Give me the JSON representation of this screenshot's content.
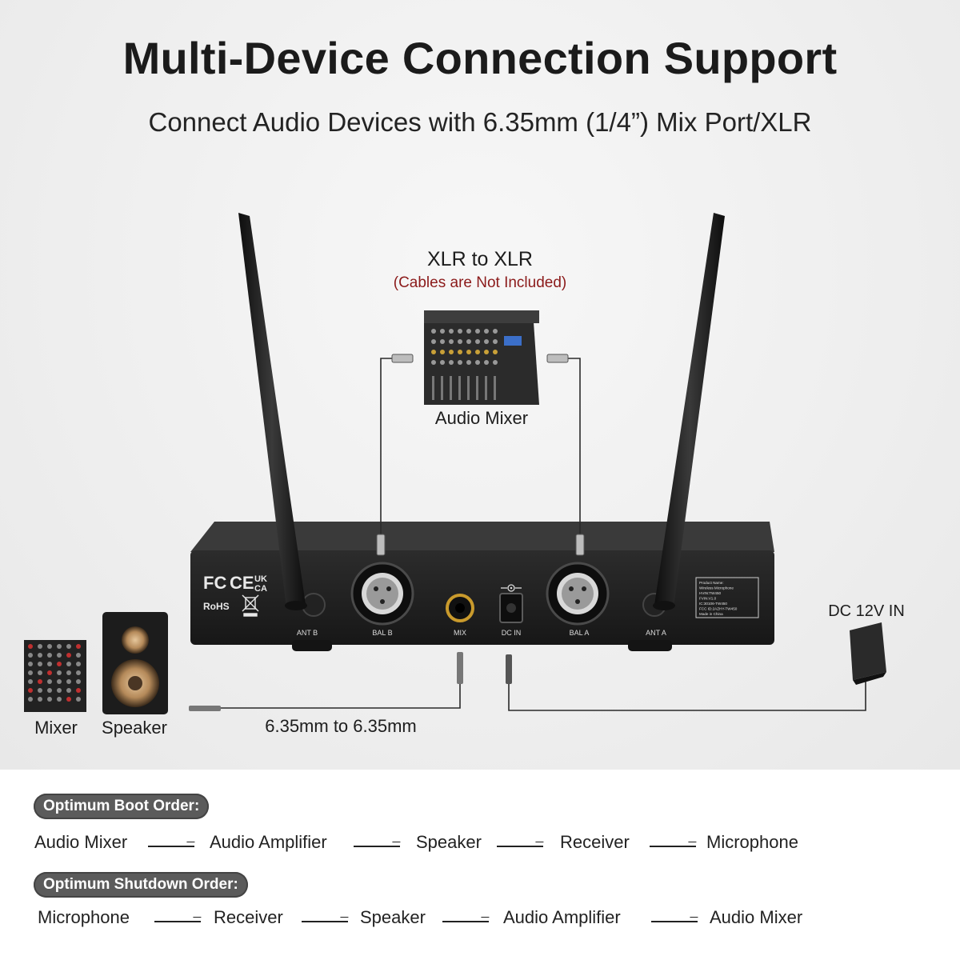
{
  "header": {
    "title": "Multi-Device Connection Support",
    "subtitle": "Connect Audio Devices with 6.35mm (1/4”) Mix Port/XLR"
  },
  "diagram": {
    "xlr_title": "XLR to XLR",
    "xlr_note": "(Cables are Not Included)",
    "mixer_label": "Audio Mixer",
    "dc_label": "DC 12V IN",
    "jack_cable_label": "6.35mm to 6.35mm",
    "mixer_small_label": "Mixer",
    "speaker_label": "Speaker",
    "receiver_ports": {
      "ant_b": "ANT B",
      "bal_b": "BAL B",
      "mix": "MIX",
      "dc_in": "DC IN",
      "bal_a": "BAL A",
      "ant_a": "ANT A"
    },
    "certifications": {
      "fc": "FC",
      "ce": "CE",
      "ukca_top": "UK",
      "ukca_bottom": "CA",
      "rohs": "RoHS"
    },
    "product_sticker": [
      "Product Name:",
      "Wireless Microphone",
      "HVIN:TW450",
      "FVIN:V1.0",
      "IC:30106-TW450",
      "FCC ID:2AZHY-TW450",
      "Made in China"
    ],
    "colors": {
      "note_red": "#8b1a1a",
      "receiver_body": "#1f1f1f",
      "cable": "#2a2a2a"
    }
  },
  "boot_order": {
    "heading": "Optimum Boot Order:",
    "steps": [
      "Audio Mixer",
      "Audio Amplifier",
      "Speaker",
      "Receiver",
      "Microphone"
    ]
  },
  "shutdown_order": {
    "heading": "Optimum Shutdown Order:",
    "steps": [
      "Microphone",
      "Receiver",
      "Speaker",
      "Audio Amplifier",
      "Audio Mixer"
    ]
  }
}
